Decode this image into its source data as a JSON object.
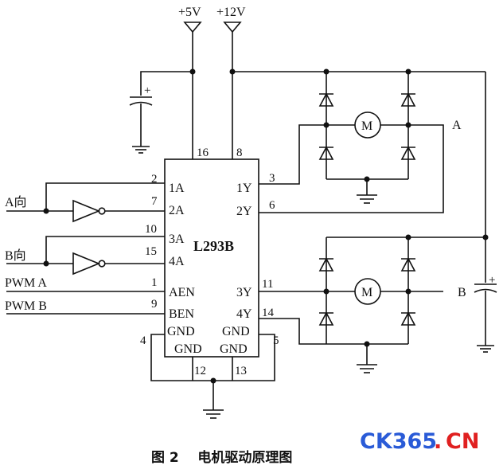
{
  "supplies": {
    "v5": "+5V",
    "v12": "+12V"
  },
  "chip": {
    "name": "L293B",
    "left_pins": [
      {
        "num": "2",
        "label": "1A"
      },
      {
        "num": "7",
        "label": "2A"
      },
      {
        "num": "10",
        "label": "3A"
      },
      {
        "num": "15",
        "label": "4A"
      },
      {
        "num": "1",
        "label": "AEN"
      },
      {
        "num": "9",
        "label": "BEN"
      }
    ],
    "right_pins": [
      {
        "num": "3",
        "label": "1Y"
      },
      {
        "num": "6",
        "label": "2Y"
      },
      {
        "num": "11",
        "label": "3Y"
      },
      {
        "num": "14",
        "label": "4Y"
      }
    ],
    "top_pins": [
      {
        "num": "16"
      },
      {
        "num": "8"
      }
    ],
    "gnd_label": "GND",
    "gnd_pins": [
      {
        "num": "4"
      },
      {
        "num": "5"
      },
      {
        "num": "12"
      },
      {
        "num": "13"
      }
    ]
  },
  "inputs": {
    "dir_a": "A向",
    "dir_b": "B向",
    "pwm_a": "PWM A",
    "pwm_b": "PWM B"
  },
  "motors": {
    "symbol": "M",
    "label_a": "A",
    "label_b": "B"
  },
  "capacitor_polarity": "+",
  "caption": "图 2    电机驱动原理图",
  "watermark": {
    "text_main": "CK365",
    "text_dot": ".",
    "text_tld": "CN"
  }
}
